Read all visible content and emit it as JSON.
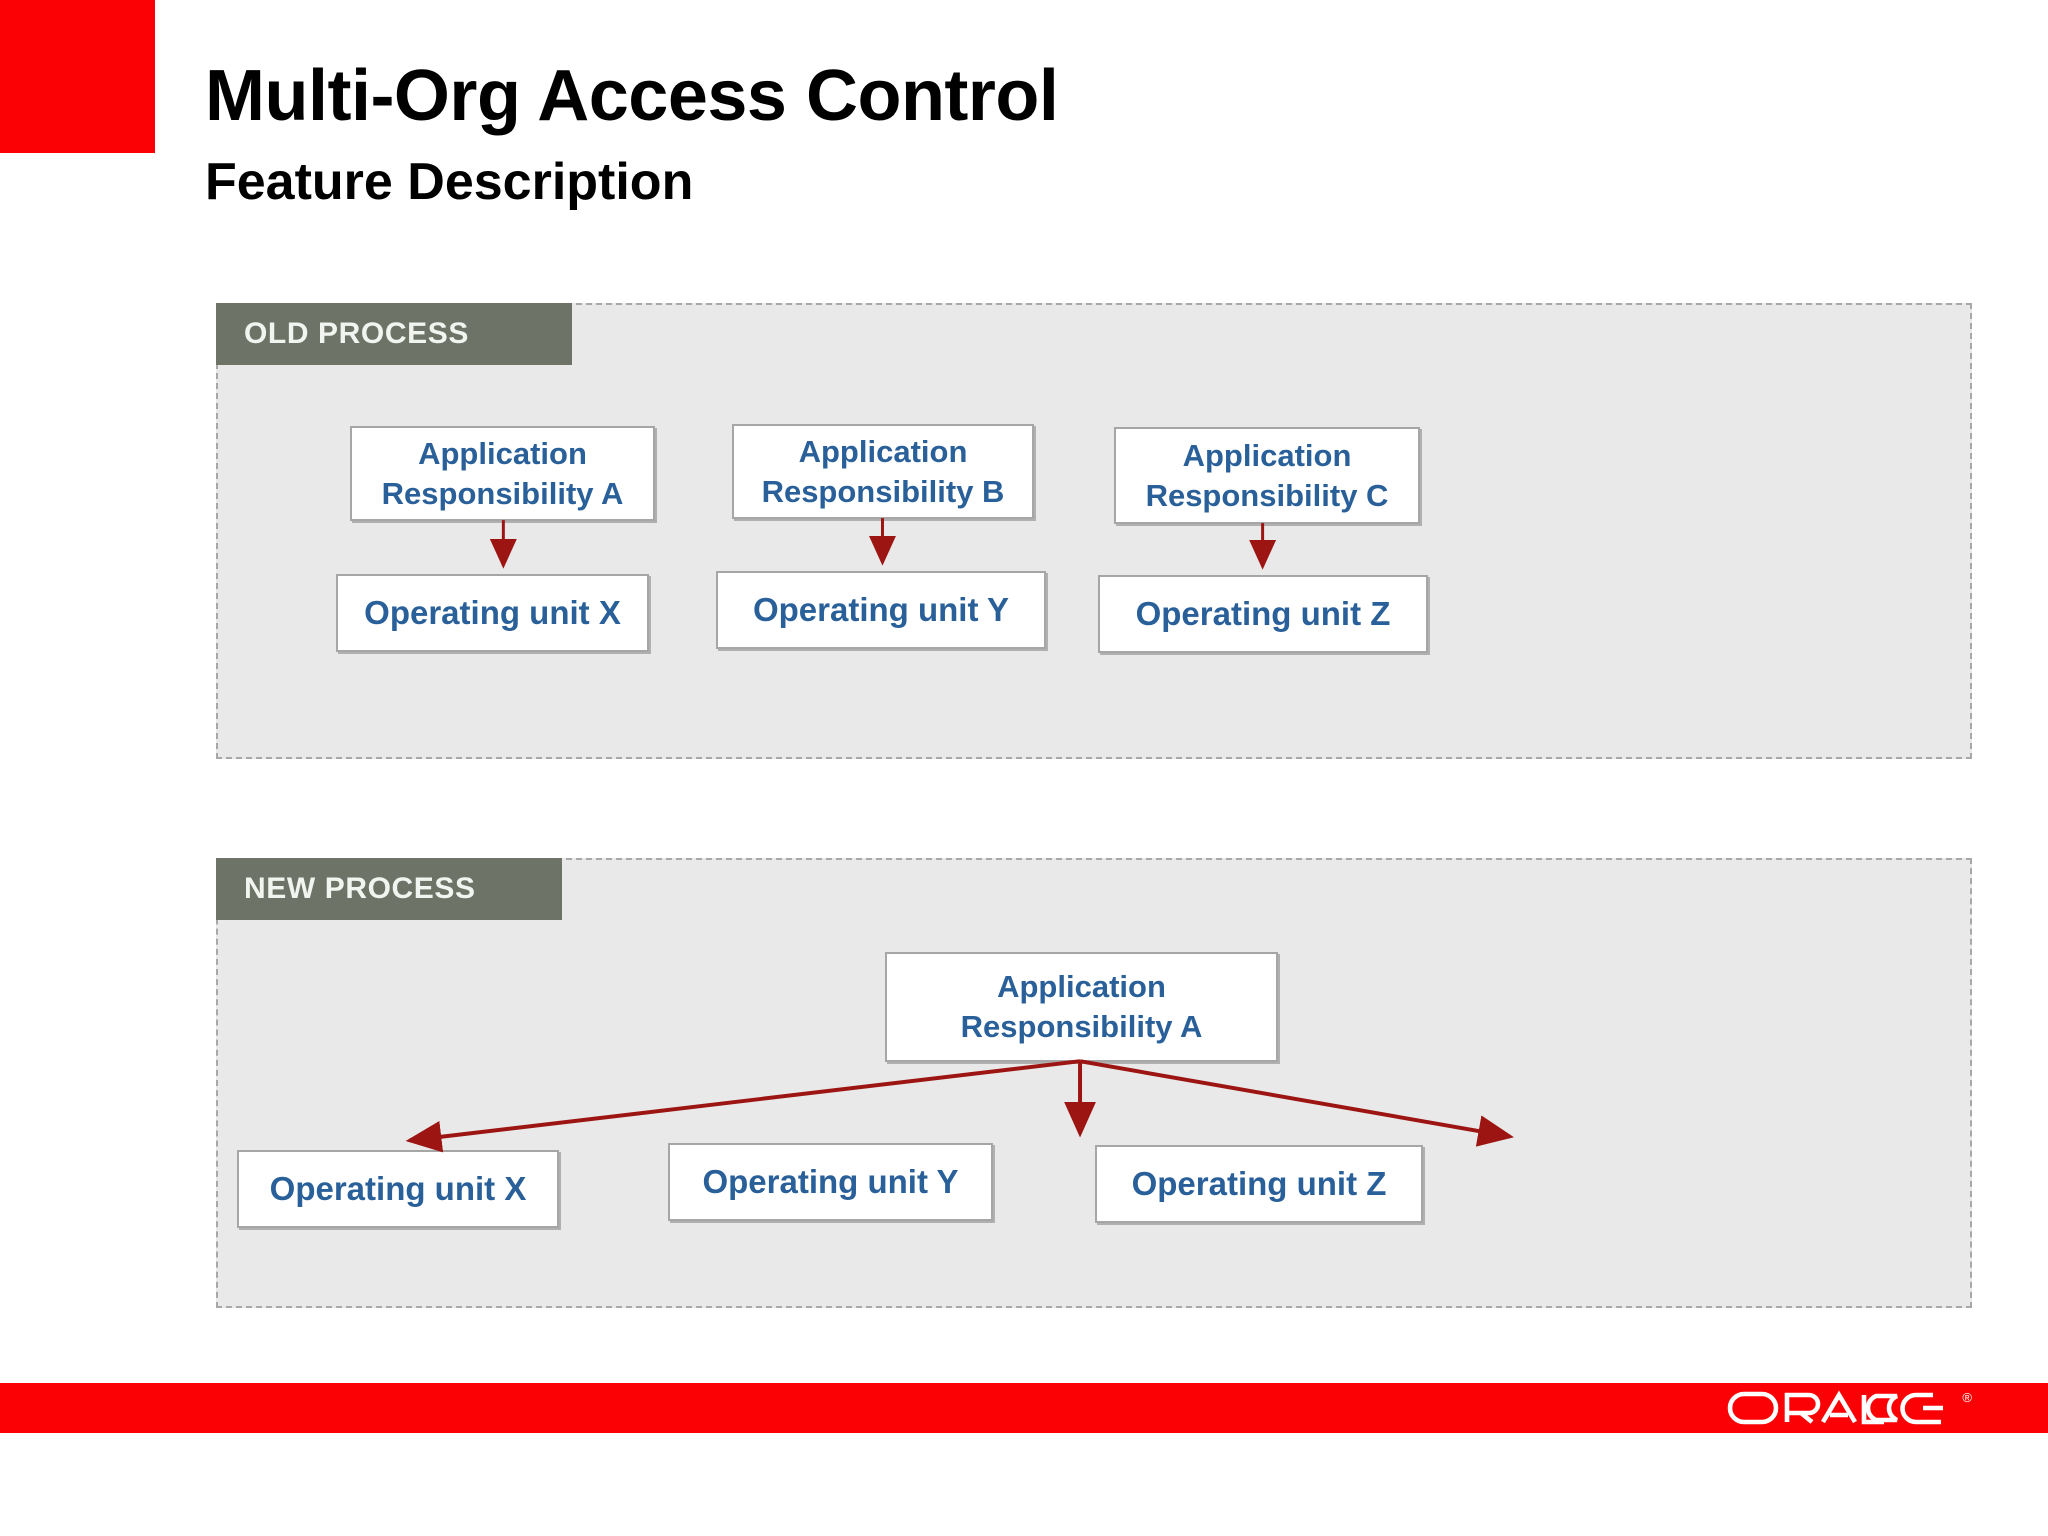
{
  "slide": {
    "title": "Multi-Org Access Control",
    "subtitle": "Feature Description",
    "accent_color": "#fb0004",
    "panel_fill": "#e9e9e9",
    "panel_border": "#a8a8a8",
    "badge_color": "#6d7366",
    "node_text_color": "#2a6099",
    "arrow_color": "#9c1512"
  },
  "old_process": {
    "badge": "OLD PROCESS",
    "columns": [
      {
        "app_line1": "Application",
        "app_line2": "Responsibility A",
        "unit": "Operating unit X"
      },
      {
        "app_line1": "Application",
        "app_line2": "Responsibility B",
        "unit": "Operating unit Y"
      },
      {
        "app_line1": "Application",
        "app_line2": "Responsibility C",
        "unit": "Operating unit Z"
      }
    ]
  },
  "new_process": {
    "badge": "NEW PROCESS",
    "app_line1": "Application",
    "app_line2": "Responsibility A",
    "units": [
      {
        "label": "Operating unit X"
      },
      {
        "label": "Operating unit Y"
      },
      {
        "label": "Operating unit Z"
      }
    ]
  },
  "footer": {
    "brand": "ORACLE",
    "registered_mark": "®",
    "band_color": "#fb0004"
  }
}
